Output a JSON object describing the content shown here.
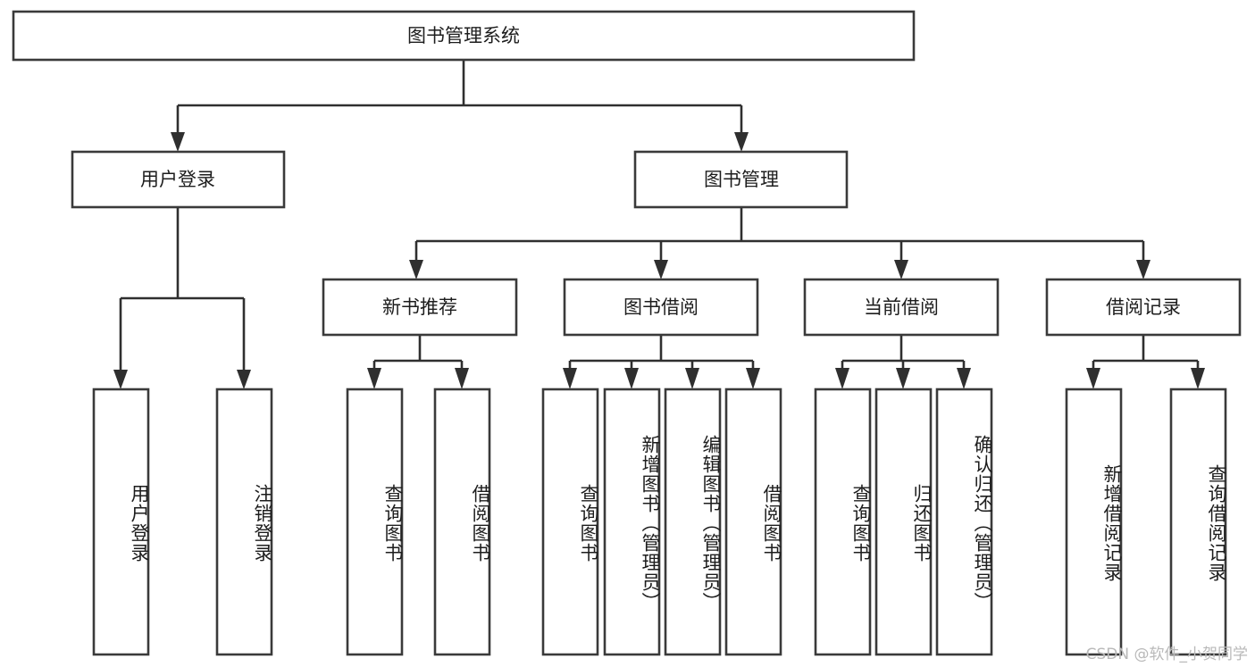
{
  "diagram": {
    "type": "tree-hierarchy-chart",
    "title": "图书管理系统",
    "watermark": "CSDN @软件_小贺同学",
    "colors": {
      "box_stroke": "#3a3a3a",
      "box_fill": "#ffffff",
      "edge": "#2f2f2f",
      "text": "#1d1d1d",
      "background": "#ffffff",
      "watermark": "#b9b9b9"
    },
    "root": {
      "label": "图书管理系统"
    },
    "level2": [
      {
        "label": "用户登录"
      },
      {
        "label": "图书管理"
      }
    ],
    "level3": [
      {
        "label": "新书推荐"
      },
      {
        "label": "图书借阅"
      },
      {
        "label": "当前借阅"
      },
      {
        "label": "借阅记录"
      }
    ],
    "leaves": {
      "user_login": [
        {
          "label": "用户登录"
        },
        {
          "label": "注销登录"
        }
      ],
      "new_book_recommend": [
        {
          "label": "查询图书"
        },
        {
          "label": "借阅图书"
        }
      ],
      "book_borrow": [
        {
          "label": "查询图书"
        },
        {
          "label": "新增图书（管理员）"
        },
        {
          "label": "编辑图书（管理员）"
        },
        {
          "label": "借阅图书"
        }
      ],
      "current_borrow": [
        {
          "label": "查询图书"
        },
        {
          "label": "归还图书"
        },
        {
          "label": "确认归还（管理员）"
        }
      ],
      "borrow_record": [
        {
          "label": "新增借阅记录"
        },
        {
          "label": "查询借阅记录"
        }
      ]
    }
  }
}
